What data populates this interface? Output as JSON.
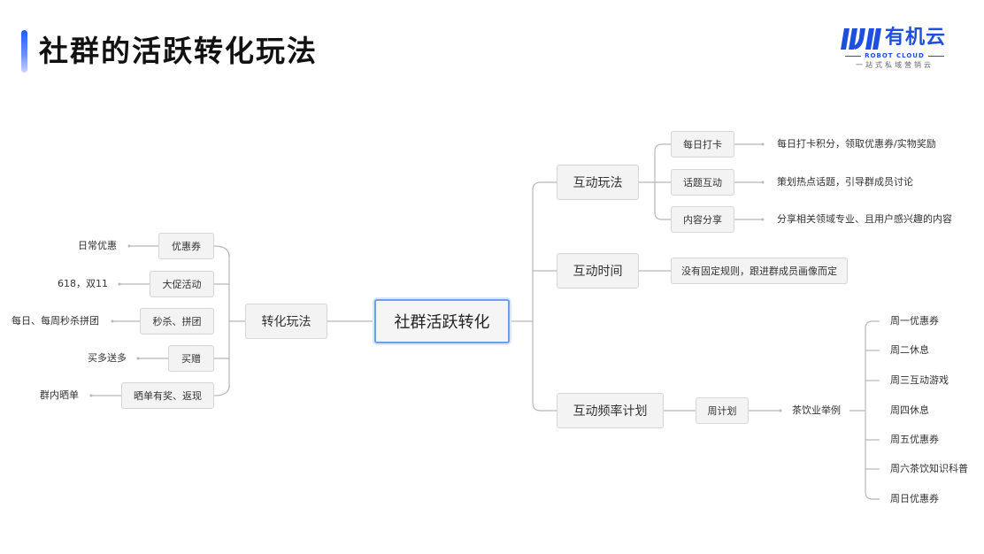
{
  "header": {
    "title": "社群的活跃转化玩法"
  },
  "logo": {
    "name": "有机云",
    "english": "ROBOT CLOUD",
    "slogan": "一站式私域营销云",
    "color": "#1F4FE0"
  },
  "mindmap": {
    "center": "社群活跃转化",
    "left_branch": {
      "label": "转化玩法",
      "children": [
        {
          "label": "优惠券",
          "note": "日常优惠"
        },
        {
          "label": "大促活动",
          "note": "618，双11"
        },
        {
          "label": "秒杀、拼团",
          "note": "每日、每周秒杀拼团"
        },
        {
          "label": "买赠",
          "note": "买多送多"
        },
        {
          "label": "晒单有奖、返现",
          "note": "群内晒单"
        }
      ]
    },
    "right_branches": {
      "interaction": {
        "label": "互动玩法",
        "children": [
          {
            "label": "每日打卡",
            "note": "每日打卡积分，领取优惠券/实物奖励"
          },
          {
            "label": "话题互动",
            "note": "策划热点话题，引导群成员讨论"
          },
          {
            "label": "内容分享",
            "note": "分享相关领域专业、且用户感兴趣的内容"
          }
        ]
      },
      "timing": {
        "label": "互动时间",
        "child": "没有固定规则，跟进群成员画像而定"
      },
      "frequency": {
        "label": "互动频率计划",
        "child": "周计划",
        "example": "茶饮业举例",
        "days": [
          "周一优惠券",
          "周二休息",
          "周三互动游戏",
          "周四休息",
          "周五优惠券",
          "周六茶饮知识科普",
          "周日优惠券"
        ]
      }
    }
  },
  "colors": {
    "accent": "#1F5CFF",
    "node_fill": "#F3F3F3",
    "node_border": "#D6D6D6",
    "center_border": "#6F9FE8",
    "line": "#B8B8B8"
  }
}
